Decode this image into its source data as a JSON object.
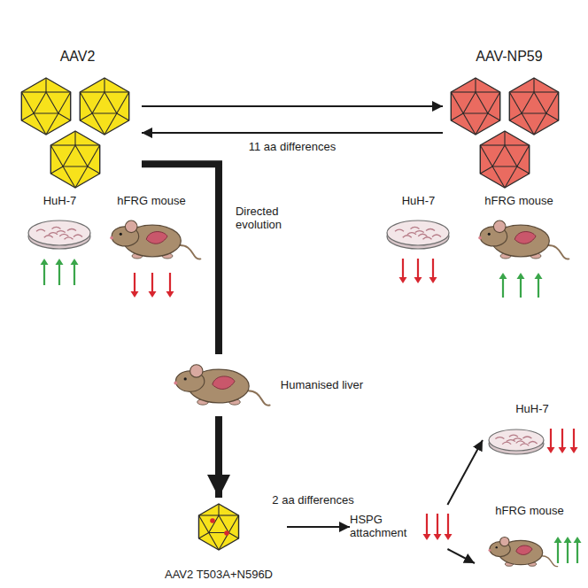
{
  "diagram": {
    "nodes": [
      {
        "text": [
          "AAV2"
        ]
      },
      {
        "text": [
          "AAV-NP59"
        ]
      },
      {
        "text": [
          "HuH-7"
        ]
      },
      {
        "text": [
          "hFRG mouse"
        ]
      },
      {
        "text": [
          "HuH-7"
        ]
      },
      {
        "text": [
          "hFRG mouse"
        ]
      },
      {
        "text": [
          "Humanised liver"
        ]
      },
      {
        "text": [
          "AAV2 T503A+N596D"
        ]
      },
      {
        "text": [
          "HSPG attachment"
        ]
      },
      {
        "text": [
          "HuH-7"
        ]
      },
      {
        "text": [
          "hFRG mouse"
        ]
      }
    ],
    "edges": [
      {
        "from": 0,
        "to": 1,
        "arrow": "to"
      },
      {
        "from": 1,
        "to": 0,
        "arrow": "to",
        "label": "11 aa differences"
      },
      {
        "from": 0,
        "to": 6,
        "arrow": "none",
        "label": "Directed evolution"
      },
      {
        "from": 6,
        "to": 7,
        "arrow": "to"
      },
      {
        "from": 7,
        "to": 8,
        "arrow": "to",
        "label": "2 aa differences"
      },
      {
        "from": 8,
        "to": 9,
        "arrow": "to"
      },
      {
        "from": 8,
        "to": 10,
        "arrow": "to"
      }
    ]
  }
}
